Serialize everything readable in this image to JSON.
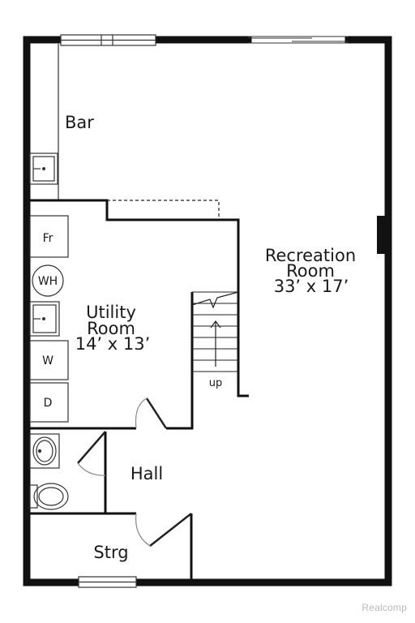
{
  "rooms": {
    "bar": "Bar",
    "recreation_name_1": "Recreation",
    "recreation_name_2": "Room",
    "recreation_size": "33’ x 17’",
    "utility_name_1": "Utility",
    "utility_name_2": "Room",
    "utility_size": "14’ x 13’",
    "hall": "Hall",
    "storage": "Strg"
  },
  "fixtures": {
    "furnace": "Fr",
    "water_heater": "WH",
    "washer": "W",
    "dryer": "D"
  },
  "stairs": {
    "direction": "up"
  },
  "watermark": "Realcomp",
  "colors": {
    "wall": "#111111",
    "line": "#222222",
    "door_swing": "#888888",
    "watermark": "#b8b8b8"
  }
}
